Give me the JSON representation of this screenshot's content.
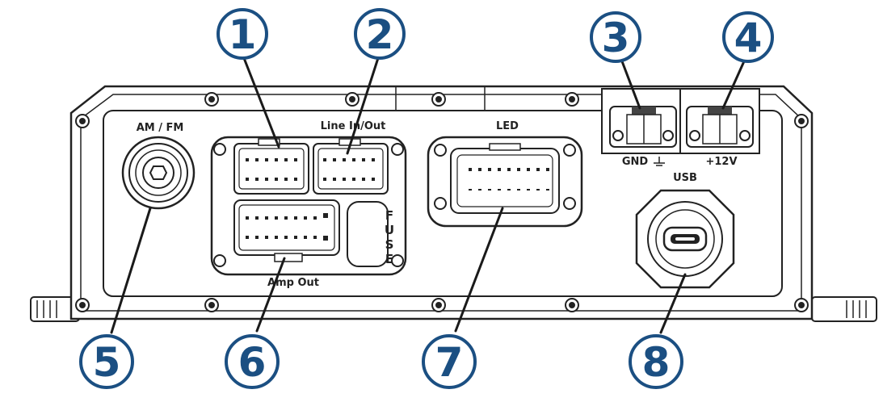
{
  "labels": {
    "am_fm": "AM / FM",
    "line_in_out": "Line In/Out",
    "led": "LED",
    "gnd": "GND",
    "plus12v": "+12V",
    "usb": "USB",
    "amp_out": "Amp Out",
    "fuse": "FUSE"
  },
  "callouts": [
    {
      "id": "1",
      "label": "1"
    },
    {
      "id": "2",
      "label": "2"
    },
    {
      "id": "3",
      "label": "3"
    },
    {
      "id": "4",
      "label": "4"
    },
    {
      "id": "5",
      "label": "5"
    },
    {
      "id": "6",
      "label": "6"
    },
    {
      "id": "7",
      "label": "7"
    },
    {
      "id": "8",
      "label": "8"
    }
  ],
  "colors": {
    "callout_ring": "#1b4f82",
    "callout_text": "#1b4f82",
    "line": "#1a1a1a",
    "device_stroke": "#222222",
    "leader": "#1b4f82"
  }
}
